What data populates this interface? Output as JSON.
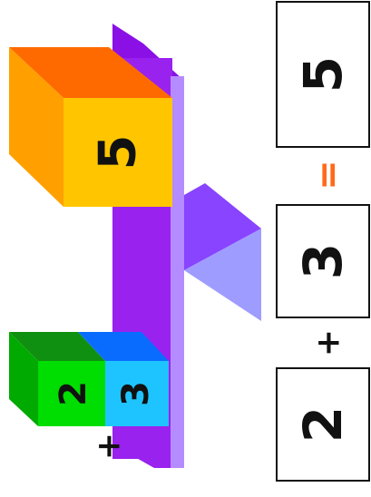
{
  "equation": {
    "addend_a": "2",
    "plus": "+",
    "addend_b": "3",
    "equals": "=",
    "sum": "5"
  },
  "balance": {
    "left_cube_a_label": "2",
    "left_cube_b_label": "3",
    "left_plus": "+",
    "right_cube_label": "5"
  },
  "colors": {
    "beam": "#9922ee",
    "beam_edge": "#b58cff",
    "fulcrum_dark": "#8844ff",
    "fulcrum_light": "#9f9cff",
    "cube_orange_top": "#ff6a00",
    "cube_orange_side": "#ffa000",
    "cube_yellow_front": "#ffc600",
    "cube_green_top": "#109010",
    "cube_green_side": "#00dd00",
    "cube_blue_top": "#0a6cff",
    "cube_cyan_front": "#1ec4ff",
    "equals_color": "#ff6a1a"
  }
}
